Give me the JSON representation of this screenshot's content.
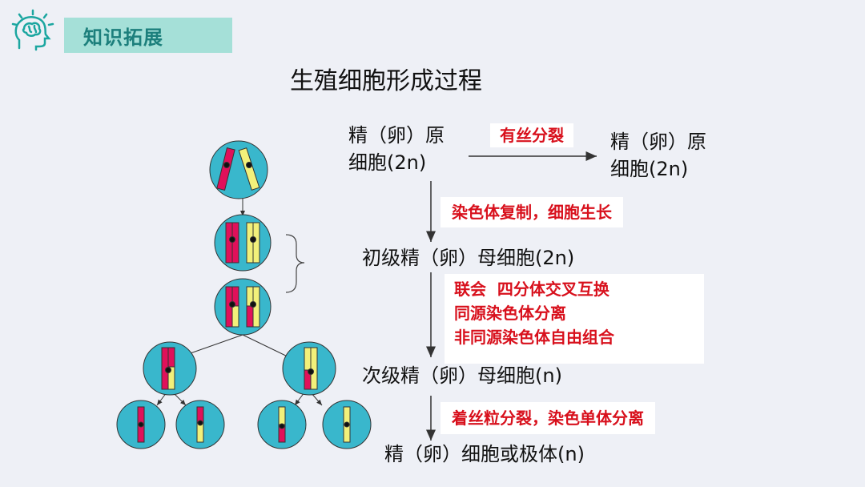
{
  "header": {
    "badge_label": "知识拓展",
    "icon": "brain-head-icon"
  },
  "title": "生殖细胞形成过程",
  "stages": {
    "primordial_left": [
      "精（卵）原",
      "细胞(2n)"
    ],
    "primordial_right": [
      "精（卵）原",
      "细胞(2n)"
    ],
    "primary": "初级精（卵）母细胞(2n)",
    "secondary": "次级精（卵）母细胞(n)",
    "final": "精（卵）细胞或极体(n)"
  },
  "notes": {
    "mitosis": "有丝分裂",
    "replication": "染色体复制，细胞生长",
    "meiosis1": [
      "联会  四分体交叉互换",
      "同源染色体分离",
      "非同源染色体自由组合"
    ],
    "meiosis2": "着丝粒分裂，染色单体分离"
  },
  "colors": {
    "badge_bg": "#a5e0d8",
    "badge_text": "#1c7f7c",
    "note_text": "#d8101c",
    "cell_fill": "#39b7cc",
    "chromosome_red": "#e0105a",
    "chromosome_yellow": "#f2f07a"
  }
}
